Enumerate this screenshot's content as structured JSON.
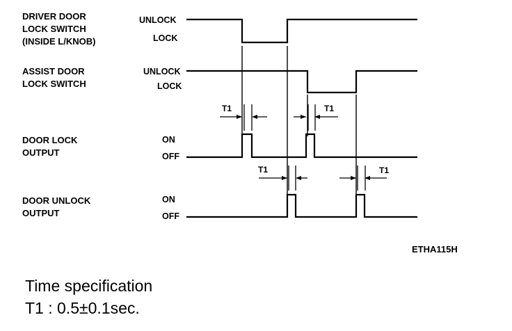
{
  "signals": [
    {
      "name_lines": [
        "DRIVER DOOR",
        "LOCK SWITCH",
        "(INSIDE L/KNOB)"
      ],
      "high_state": "UNLOCK",
      "low_state": "LOCK"
    },
    {
      "name_lines": [
        "ASSIST DOOR",
        "LOCK SWITCH"
      ],
      "high_state": "UNLOCK",
      "low_state": "LOCK"
    },
    {
      "name_lines": [
        "DOOR LOCK",
        "OUTPUT"
      ],
      "high_state": "ON",
      "low_state": "OFF"
    },
    {
      "name_lines": [
        "DOOR UNLOCK",
        "OUTPUT"
      ],
      "high_state": "ON",
      "low_state": "OFF"
    }
  ],
  "timing_label": "T1",
  "figure_code": "ETHA115H",
  "spec": {
    "title": "Time specification",
    "line": "T1 :  0.5±0.1sec."
  }
}
